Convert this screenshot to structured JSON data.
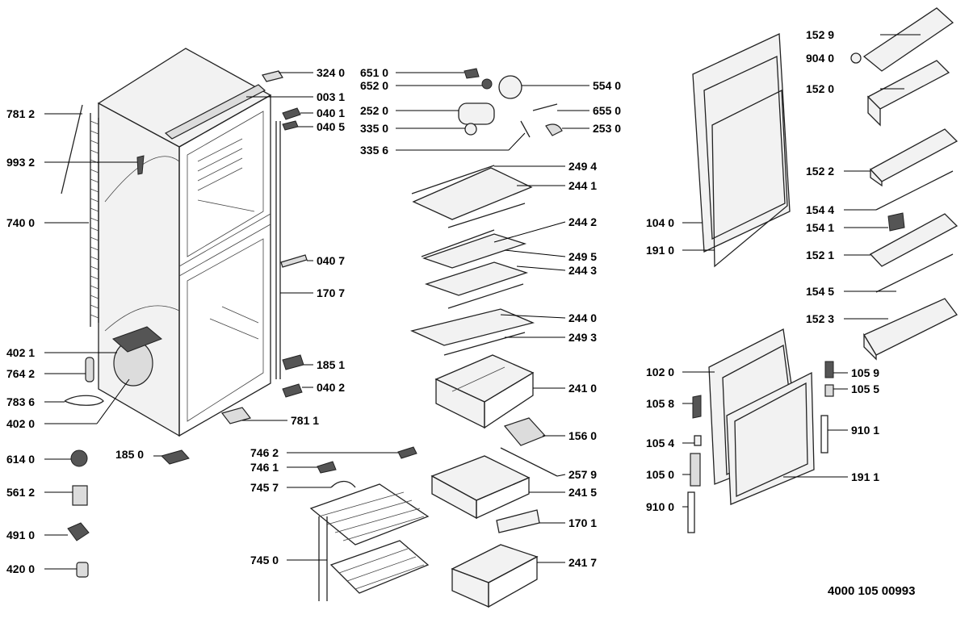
{
  "diagram": {
    "drawing_number": "4000 105 00993",
    "labels": [
      {
        "id": "781-2",
        "text": "781 2"
      },
      {
        "id": "993-2",
        "text": "993 2"
      },
      {
        "id": "740-0",
        "text": "740 0"
      },
      {
        "id": "402-1",
        "text": "402 1"
      },
      {
        "id": "764-2",
        "text": "764 2"
      },
      {
        "id": "783-6",
        "text": "783 6"
      },
      {
        "id": "402-0",
        "text": "402 0"
      },
      {
        "id": "614-0",
        "text": "614 0"
      },
      {
        "id": "561-2",
        "text": "561 2"
      },
      {
        "id": "491-0",
        "text": "491 0"
      },
      {
        "id": "420-0",
        "text": "420 0"
      },
      {
        "id": "185-0",
        "text": "185 0"
      },
      {
        "id": "324-0",
        "text": "324 0"
      },
      {
        "id": "003-1",
        "text": "003 1"
      },
      {
        "id": "040-1",
        "text": "040 1"
      },
      {
        "id": "040-5",
        "text": "040 5"
      },
      {
        "id": "040-7",
        "text": "040 7"
      },
      {
        "id": "170-7",
        "text": "170 7"
      },
      {
        "id": "185-1",
        "text": "185 1"
      },
      {
        "id": "040-2",
        "text": "040 2"
      },
      {
        "id": "781-1",
        "text": "781 1"
      },
      {
        "id": "651-0",
        "text": "651 0"
      },
      {
        "id": "652-0",
        "text": "652 0"
      },
      {
        "id": "554-0",
        "text": "554 0"
      },
      {
        "id": "252-0",
        "text": "252 0"
      },
      {
        "id": "655-0",
        "text": "655 0"
      },
      {
        "id": "335-0",
        "text": "335 0"
      },
      {
        "id": "253-0",
        "text": "253 0"
      },
      {
        "id": "335-6",
        "text": "335 6"
      },
      {
        "id": "249-4",
        "text": "249 4"
      },
      {
        "id": "244-1",
        "text": "244 1"
      },
      {
        "id": "244-2",
        "text": "244 2"
      },
      {
        "id": "249-5",
        "text": "249 5"
      },
      {
        "id": "244-3",
        "text": "244 3"
      },
      {
        "id": "244-0",
        "text": "244 0"
      },
      {
        "id": "249-3",
        "text": "249 3"
      },
      {
        "id": "241-0",
        "text": "241 0"
      },
      {
        "id": "156-0",
        "text": "156 0"
      },
      {
        "id": "746-2",
        "text": "746 2"
      },
      {
        "id": "746-1",
        "text": "746 1"
      },
      {
        "id": "745-7",
        "text": "745 7"
      },
      {
        "id": "257-9",
        "text": "257 9"
      },
      {
        "id": "241-5",
        "text": "241 5"
      },
      {
        "id": "170-1",
        "text": "170 1"
      },
      {
        "id": "745-0",
        "text": "745 0"
      },
      {
        "id": "241-7",
        "text": "241 7"
      },
      {
        "id": "152-9",
        "text": "152 9"
      },
      {
        "id": "904-0",
        "text": "904 0"
      },
      {
        "id": "152-0",
        "text": "152 0"
      },
      {
        "id": "152-2",
        "text": "152 2"
      },
      {
        "id": "154-4",
        "text": "154 4"
      },
      {
        "id": "104-0",
        "text": "104 0"
      },
      {
        "id": "154-1",
        "text": "154 1"
      },
      {
        "id": "191-0",
        "text": "191 0"
      },
      {
        "id": "152-1",
        "text": "152 1"
      },
      {
        "id": "154-5",
        "text": "154 5"
      },
      {
        "id": "152-3",
        "text": "152 3"
      },
      {
        "id": "102-0",
        "text": "102 0"
      },
      {
        "id": "105-9",
        "text": "105 9"
      },
      {
        "id": "105-5",
        "text": "105 5"
      },
      {
        "id": "105-8",
        "text": "105 8"
      },
      {
        "id": "910-1",
        "text": "910 1"
      },
      {
        "id": "105-4",
        "text": "105 4"
      },
      {
        "id": "105-0",
        "text": "105 0"
      },
      {
        "id": "191-1",
        "text": "191 1"
      },
      {
        "id": "910-0",
        "text": "910 0"
      }
    ]
  }
}
